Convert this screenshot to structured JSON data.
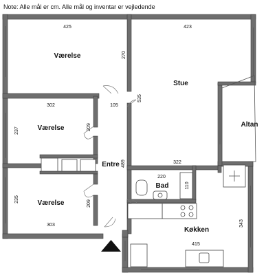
{
  "note": "Note: Alle mål er cm. Alle mål og inventar er vejledende",
  "rooms": {
    "vaerelse_top": "Værelse",
    "stue": "Stue",
    "vaerelse_mid": "Værelse",
    "altan": "Altan",
    "entre": "Entre",
    "bad": "Bad",
    "vaerelse_bottom": "Værelse",
    "kokken": "Køkken"
  },
  "dimensions": {
    "d425": "425",
    "d423": "423",
    "d270": "270",
    "d535": "535",
    "d105": "105",
    "d302": "302",
    "d237": "237",
    "d209a": "209",
    "d489": "489",
    "d322": "322",
    "d220": "220",
    "d110": "110",
    "d235": "235",
    "d209b": "209",
    "d303": "303",
    "d343": "343",
    "d415": "415"
  }
}
